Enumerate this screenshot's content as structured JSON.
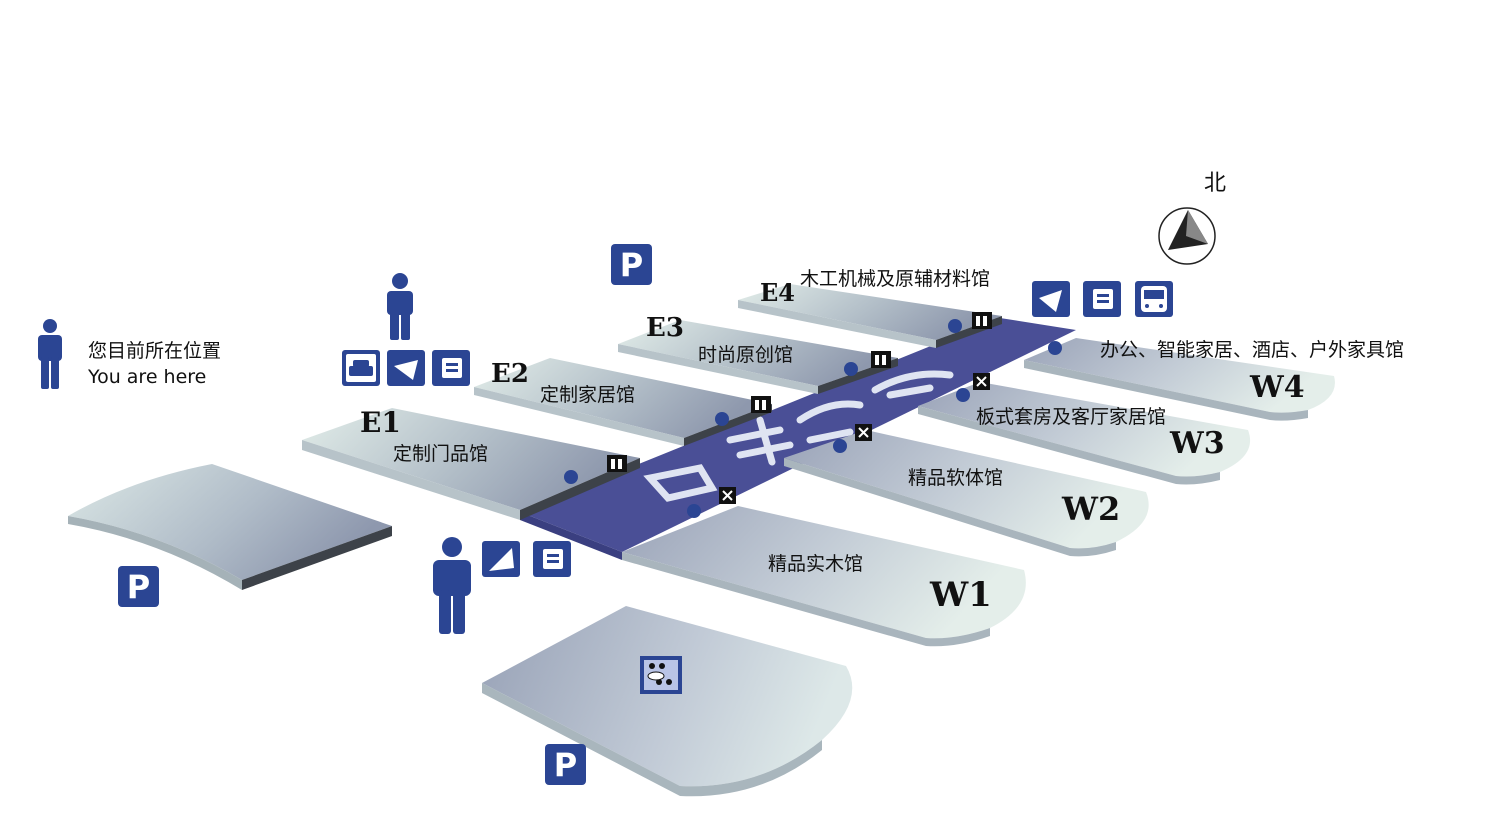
{
  "legend": {
    "you_are_here_cn": "您目前所在位置",
    "you_are_here_en": "You are here"
  },
  "compass": {
    "north_label": "北"
  },
  "halls": {
    "E1": {
      "code": "E1",
      "name": "定制门品馆"
    },
    "E2": {
      "code": "E2",
      "name": "定制家居馆"
    },
    "E3": {
      "code": "E3",
      "name": "时尚原创馆"
    },
    "E4": {
      "code": "E4",
      "name": "木工机械及原辅材料馆"
    },
    "W1": {
      "code": "W1",
      "name": "精品实木馆"
    },
    "W2": {
      "code": "W2",
      "name": "精品软体馆"
    },
    "W3": {
      "code": "W3",
      "name": "板式套房及客厅家居馆"
    },
    "W4": {
      "code": "W4",
      "name": "办公、智能家居、酒店、户外家具馆"
    }
  },
  "parking": {
    "label": "P"
  },
  "colors": {
    "accent_blue": "#2b4593",
    "corridor": "#4a4f96",
    "hall_light": "#e1ece9",
    "hall_dark": "#8f99ad",
    "hall_edge": "#3d4249"
  },
  "icons": [
    "person-icon",
    "taxi-icon",
    "direction-arrow-icon",
    "information-desk-icon",
    "bus-icon",
    "parking-icon",
    "restroom-icon",
    "information-icon",
    "no-entry-icon",
    "meeting-room-icon",
    "compass-icon"
  ]
}
